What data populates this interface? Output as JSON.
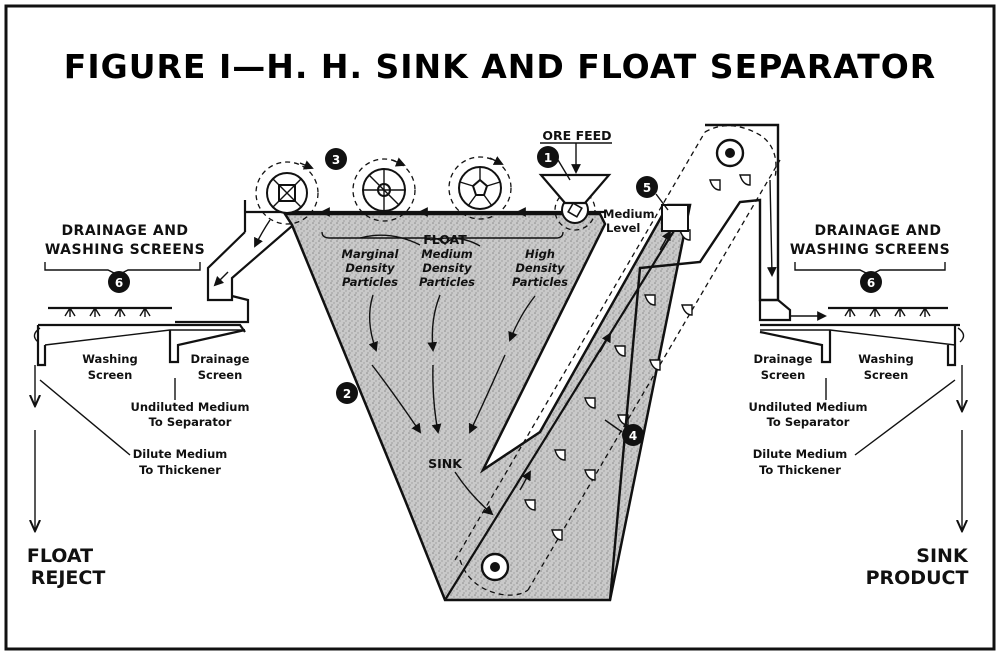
{
  "title": "FIGURE I—H. H. SINK AND FLOAT SEPARATOR",
  "labels": {
    "ore_feed": "ORE FEED",
    "medium_level_1": "Medium",
    "medium_level_2": "Level",
    "float": "FLOAT",
    "sink": "SINK",
    "marginal_1": "Marginal",
    "marginal_2": "Density",
    "marginal_3": "Particles",
    "medium_1": "Medium",
    "medium_2": "Density",
    "medium_3": "Particles",
    "high_1": "High",
    "high_2": "Density",
    "high_3": "Particles"
  },
  "left": {
    "header_1": "DRAINAGE  AND",
    "header_2": "WASHING  SCREENS",
    "washing_1": "Washing",
    "washing_2": "Screen",
    "drainage_1": "Drainage",
    "drainage_2": "Screen",
    "undiluted_1": "Undiluted Medium",
    "undiluted_2": "To Separator",
    "dilute_1": "Dilute Medium",
    "dilute_2": "To Thickener",
    "out_1": "FLOAT",
    "out_2": "REJECT"
  },
  "right": {
    "header_1": "DRAINAGE  AND",
    "header_2": "WASHING  SCREENS",
    "drainage_1": "Drainage",
    "drainage_2": "Screen",
    "washing_1": "Washing",
    "washing_2": "Screen",
    "undiluted_1": "Undiluted Medium",
    "undiluted_2": "To Separator",
    "dilute_1": "Dilute Medium",
    "dilute_2": "To Thickener",
    "out_1": "SINK",
    "out_2": "PRODUCT"
  },
  "numbers": {
    "n1": "1",
    "n2": "2",
    "n3": "3",
    "n4": "4",
    "n5": "5",
    "n6a": "6",
    "n6b": "6"
  }
}
